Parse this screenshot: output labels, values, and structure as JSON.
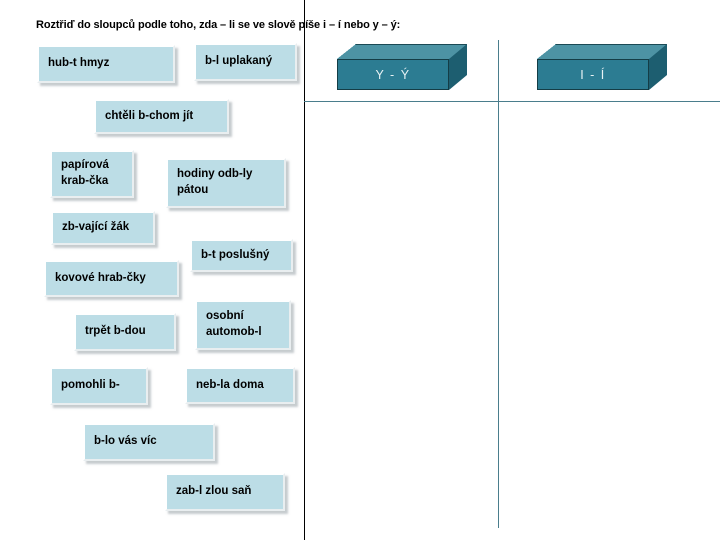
{
  "slide": {
    "background_color": "#ffffff",
    "instruction": "Roztřiď do sloupců podle toho, zda – li se ve slově píše i – í nebo y – ý:"
  },
  "categories": [
    {
      "label": "Y  -  Ý",
      "name": "category-block-y"
    },
    {
      "label": "I  -  Í",
      "name": "category-block-i"
    }
  ],
  "word_cards": [
    {
      "text": "hub-t hmyz"
    },
    {
      "text": "b-l uplakaný"
    },
    {
      "text": "chtěli b-chom jít"
    },
    {
      "text_line1": "papírová",
      "text_line2": "krab-čka"
    },
    {
      "text_line1": "hodiny odb-ly",
      "text_line2": "pátou"
    },
    {
      "text": "zb-vající žák"
    },
    {
      "text": "b-t poslušný"
    },
    {
      "text": "kovové hrab-čky"
    },
    {
      "text": "trpět b-dou"
    },
    {
      "text_line1": "osobní",
      "text_line2": "automob-l"
    },
    {
      "text": "pomohli b-"
    },
    {
      "text": "neb-la doma"
    },
    {
      "text": "b-lo vás víc"
    },
    {
      "text": "zab-l zlou saň"
    }
  ],
  "colors": {
    "card_fill": "#bcdde6",
    "block_front": "#2c7c92",
    "block_top": "#4d93a4",
    "block_side": "#1d5e70",
    "divider_blue": "#4a7d8c",
    "divider_black": "#000000",
    "text": "#000000",
    "block_text": "#e9f3f5"
  }
}
